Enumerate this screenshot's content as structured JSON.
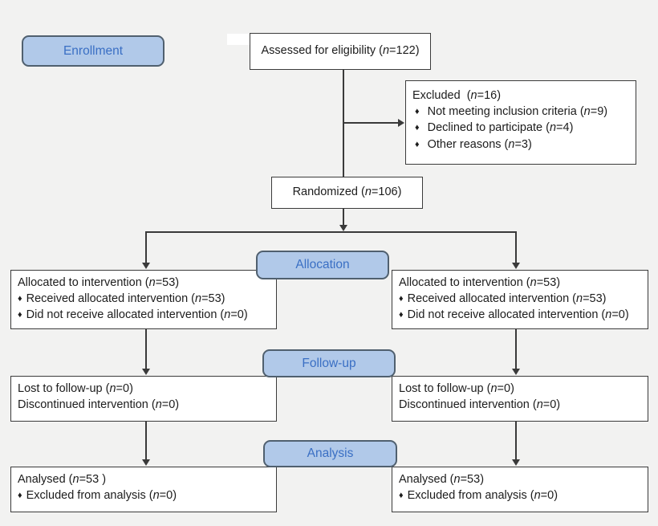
{
  "glyphs": {
    "bullet": "♦"
  },
  "colors": {
    "background": "#f2f2f1",
    "box_fill": "#ffffff",
    "box_border": "#3b3b3b",
    "stage_label_fill": "#b1c9e9",
    "stage_label_border": "#50606f",
    "stage_label_text": "#3a6fc4",
    "connector_line": "#3a3a3a",
    "text": "#1c1c1c"
  },
  "stage_labels": {
    "enrollment": "Enrollment",
    "allocation": "Allocation",
    "followup": "Follow-up",
    "analysis": "Analysis"
  },
  "boxes": {
    "assessed": {
      "text": "Assessed for eligibility (n=122)"
    },
    "excluded": {
      "title": "Excluded  (n=16)",
      "items": [
        "Not meeting inclusion criteria (n=9)",
        "Declined to participate (n=4)",
        "Other reasons (n=3)"
      ]
    },
    "randomized": {
      "text": "Randomized (n=106)"
    },
    "allocation_left": {
      "line1": "Allocated to intervention (n=53)",
      "items": [
        "Received allocated intervention (n=53)",
        "Did not receive allocated intervention (n=0)"
      ]
    },
    "allocation_right": {
      "line1": "Allocated to intervention (n=53)",
      "items": [
        "Received allocated intervention (n=53)",
        "Did not receive allocated intervention (n=0)"
      ]
    },
    "followup_left": {
      "lines": [
        "Lost to follow-up (n=0)",
        "Discontinued intervention (n=0)"
      ]
    },
    "followup_right": {
      "lines": [
        "Lost to follow-up (n=0)",
        "Discontinued intervention (n=0)"
      ]
    },
    "analysis_left": {
      "line1": "Analysed (n=53 )",
      "items": [
        "Excluded from analysis (n=0)"
      ]
    },
    "analysis_right": {
      "line1": "Analysed (n=53)",
      "items": [
        "Excluded from analysis (n=0)"
      ]
    }
  }
}
